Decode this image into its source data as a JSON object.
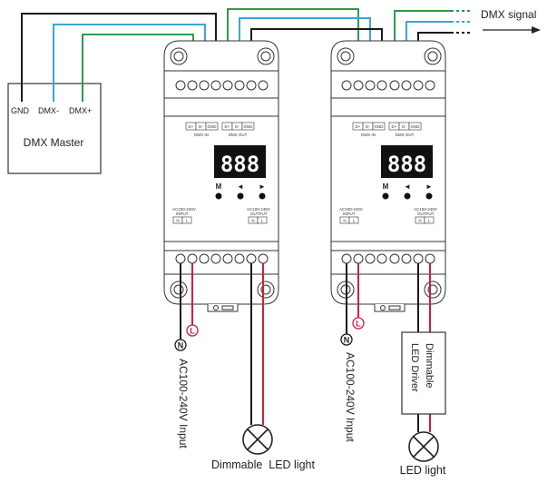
{
  "master": {
    "title": "DMX Master",
    "pins": [
      "GND",
      "DMX-",
      "DMX+"
    ]
  },
  "output_label": "DMX signal",
  "decoder": {
    "dmx_in_pins": [
      "D+",
      "D-",
      "GND"
    ],
    "dmx_out_pins": [
      "D+",
      "D-",
      "GND"
    ],
    "dmx_in_label": "DMX IN",
    "dmx_out_label": "DMX OUT",
    "display": "888",
    "buttons": [
      "M",
      "◄",
      "►"
    ],
    "input_label_1": "AC100-240V",
    "input_label_2": "INPUT",
    "output_label_1": "AC100-240V",
    "output_label_2": "OUTPUT",
    "nl": [
      "N",
      "L"
    ]
  },
  "terminals": {
    "neutral": "N",
    "live": "L"
  },
  "left_unit": {
    "ac_input": "AC100-240V Input",
    "load": "Dimmable  LED light"
  },
  "right_unit": {
    "ac_input": "AC100-240V Input",
    "driver_line1": "Dimmable",
    "driver_line2": "LED Driver",
    "load": "LED light"
  },
  "colors": {
    "black_wire": "#1a1a1a",
    "blue_wire": "#3aa7d4",
    "green_wire": "#2e9a4a",
    "red_wire": "#d0203a",
    "outline": "#333333",
    "display_bg": "#111111",
    "display_digits": "#ffffff"
  }
}
